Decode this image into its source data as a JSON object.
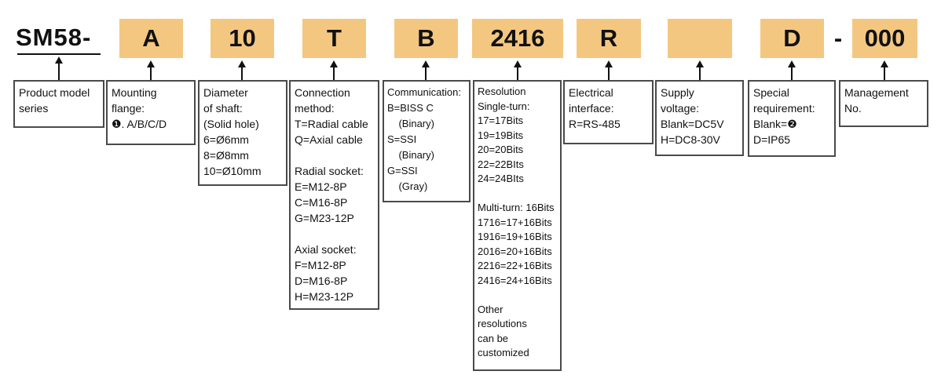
{
  "diagram": {
    "title_semantic": "Product ordering code diagram",
    "model_series": {
      "code": "SM58-",
      "description": "Product model\nseries"
    },
    "separator": "-",
    "segments": [
      {
        "name": "mounting-flange",
        "code": "A",
        "description": "Mounting\nflange:\n❶. A/B/C/D"
      },
      {
        "name": "shaft-diameter",
        "code": "10",
        "description": "Diameter\nof shaft:\n(Solid hole)\n6=Ø6mm\n8=Ø8mm\n10=Ø10mm"
      },
      {
        "name": "connection-method",
        "code": "T",
        "description": "Connection\nmethod:\nT=Radial cable\nQ=Axial cable\n\nRadial socket:\nE=M12-8P\nC=M16-8P\nG=M23-12P\n\nAxial socket:\nF=M12-8P\nD=M16-8P\nH=M23-12P"
      },
      {
        "name": "communication",
        "code": "B",
        "description": "Communication:\nB=BISS C\n    (Binary)\nS=SSI\n    (Binary)\nG=SSI\n    (Gray)"
      },
      {
        "name": "resolution",
        "code": "2416",
        "description": "Resolution\nSingle-turn:\n17=17Bits\n19=19Bits\n20=20Bits\n22=22BIts\n24=24BIts\n\nMulti-turn: 16Bits\n1716=17+16Bits\n1916=19+16Bits\n2016=20+16Bits\n2216=22+16Bits\n2416=24+16Bits\n\nOther\nresolutions\ncan be\ncustomized"
      },
      {
        "name": "electrical-interface",
        "code": "R",
        "description": "Electrical\ninterface:\nR=RS-485"
      },
      {
        "name": "supply-voltage",
        "code": "",
        "description": "Supply\nvoltage:\nBlank=DC5V\nH=DC8-30V"
      },
      {
        "name": "special-requirement",
        "code": "D",
        "description": "Special\nrequirement:\nBlank=❷\nD=IP65"
      },
      {
        "name": "management-no",
        "code": "000",
        "description": "Management\nNo."
      }
    ],
    "colors": {
      "code_box_bg": "#f4c781",
      "box_border": "#4a4a4a",
      "text": "#111111"
    }
  }
}
